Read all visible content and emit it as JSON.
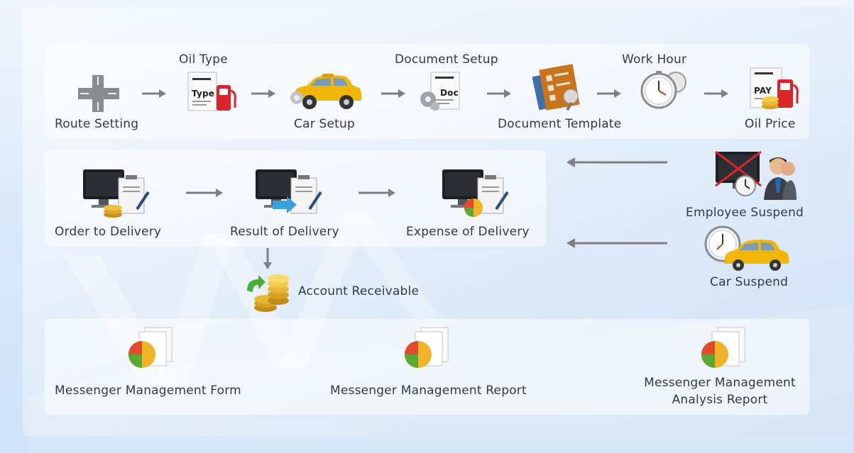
{
  "setup_flow": {
    "route_setting": "Route Setting",
    "oil_type": "Oil Type",
    "car_setup": "Car Setup",
    "document_setup": "Document Setup",
    "document_template": "Document Template",
    "work_hour": "Work Hour",
    "oil_price": "Oil Price",
    "oil_type_doc_text": "Type",
    "document_setup_doc_text": "Doc",
    "oil_price_doc_text": "PAY"
  },
  "delivery_flow": {
    "order_to_delivery": "Order to Delivery",
    "result_of_delivery": "Result of Delivery",
    "expense_of_delivery": "Expense of Delivery",
    "account_receivable": "Account Receivable"
  },
  "suspend": {
    "employee_suspend": "Employee Suspend",
    "car_suspend": "Car Suspend"
  },
  "reports": {
    "form": "Messenger Management Form",
    "report": "Messenger Management Report",
    "analysis_line1": "Messenger Management",
    "analysis_line2": "Analysis Report"
  }
}
